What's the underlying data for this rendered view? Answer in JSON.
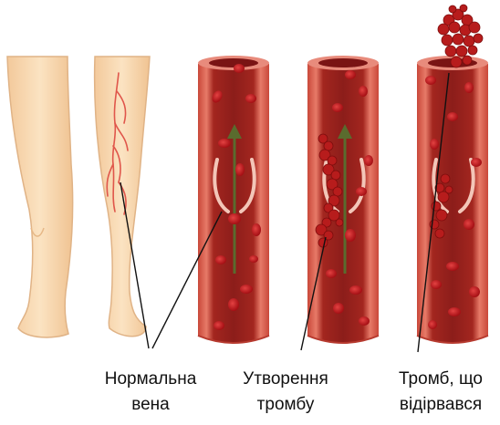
{
  "labels": {
    "normal_vein": [
      "Нормальна",
      "вена"
    ],
    "clot_forming": [
      "Утворення",
      "тромбу"
    ],
    "clot_detached": [
      "Тромб, що",
      "відірвався"
    ]
  },
  "colors": {
    "skin": "#f7d9b2",
    "skin_outline": "#e2b88d",
    "vessel_outer": "#d95b47",
    "vessel_inner": "#8b1a1a",
    "vessel_rim": "#f0a496",
    "blood_cell": "#c0141b",
    "clot": "#b71c1c",
    "arrow": "#556b2f",
    "valve": "#f5c2b4"
  }
}
